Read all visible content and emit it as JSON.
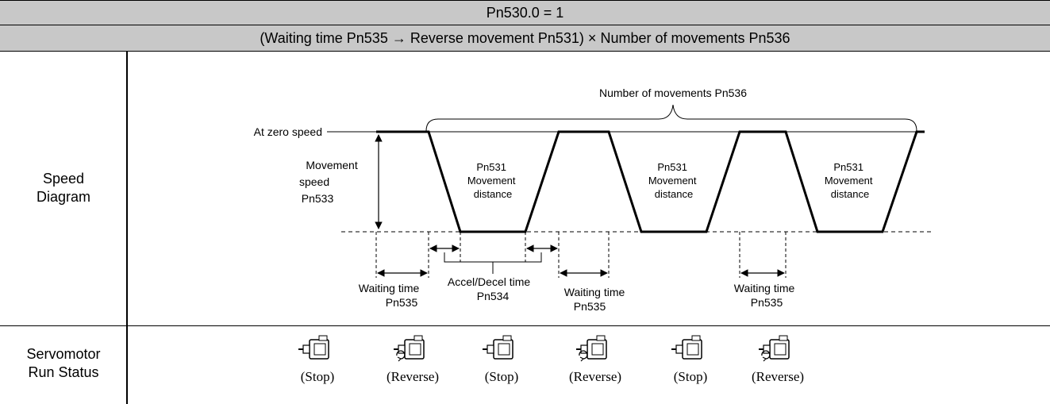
{
  "header": {
    "title": "Pn530.0 = 1",
    "formula": "(Waiting time Pn535 → Reverse movement Pn531) × Number of movements Pn536"
  },
  "rows": {
    "speed_label_line1": "Speed",
    "speed_label_line2": "Diagram",
    "status_label_line1": "Servomotor",
    "status_label_line2": "Run Status"
  },
  "diagram": {
    "num_movements": "Number of movements Pn536",
    "zero_speed": "At zero speed",
    "movement_speed": [
      "Movement",
      "speed",
      "Pn533"
    ],
    "movement_distance": [
      "Pn531",
      "Movement",
      "distance"
    ],
    "waiting_time": [
      "Waiting time",
      "Pn535"
    ],
    "accel_decel": [
      "Accel/Decel time",
      "Pn534"
    ]
  },
  "status": [
    {
      "label": "(Stop)",
      "icon": "servomotor-icon"
    },
    {
      "label": "(Reverse)",
      "icon": "servomotor-reverse-icon"
    },
    {
      "label": "(Stop)",
      "icon": "servomotor-icon"
    },
    {
      "label": "(Reverse)",
      "icon": "servomotor-reverse-icon"
    },
    {
      "label": "(Stop)",
      "icon": "servomotor-icon"
    },
    {
      "label": "(Reverse)",
      "icon": "servomotor-reverse-icon"
    }
  ]
}
